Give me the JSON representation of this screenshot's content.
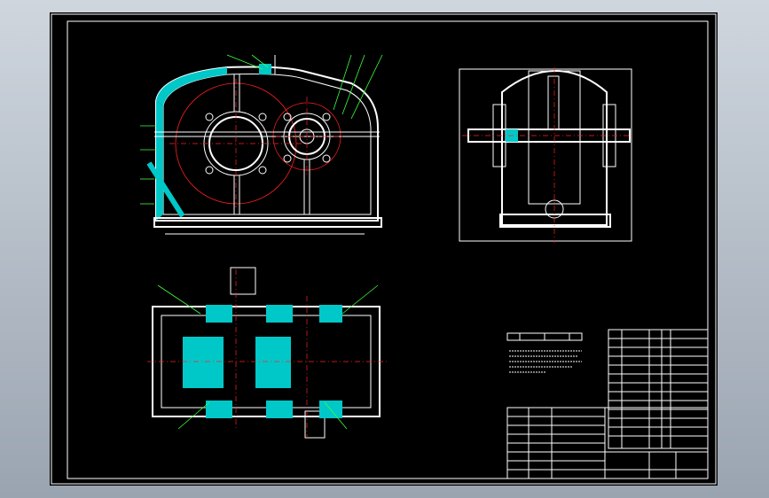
{
  "colors": {
    "background": "#000000",
    "outline": "#ffffff",
    "centerline": "#ff2020",
    "leader": "#40ff40",
    "section": "#00c8c8"
  },
  "drawing": {
    "front_view_name": "front-view",
    "side_view_name": "side-view",
    "top_view_name": "top-view"
  }
}
